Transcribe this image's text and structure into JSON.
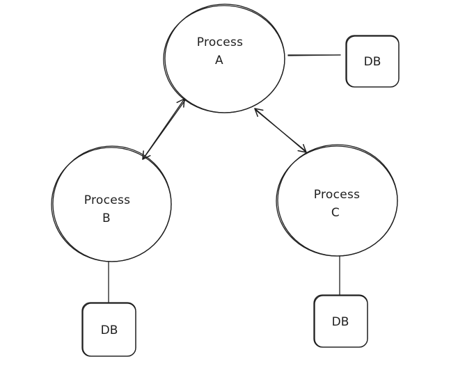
{
  "diagram": {
    "process_a": {
      "line1": "Process",
      "line2": "A"
    },
    "process_b": {
      "line1": "Process",
      "line2": "B"
    },
    "process_c": {
      "line1": "Process",
      "line2": "C"
    },
    "db_a": {
      "label": "DB"
    },
    "db_b": {
      "label": "DB"
    },
    "db_c": {
      "label": "DB"
    }
  },
  "colors": {
    "stroke": "#1e1e1e",
    "background": "#ffffff"
  }
}
